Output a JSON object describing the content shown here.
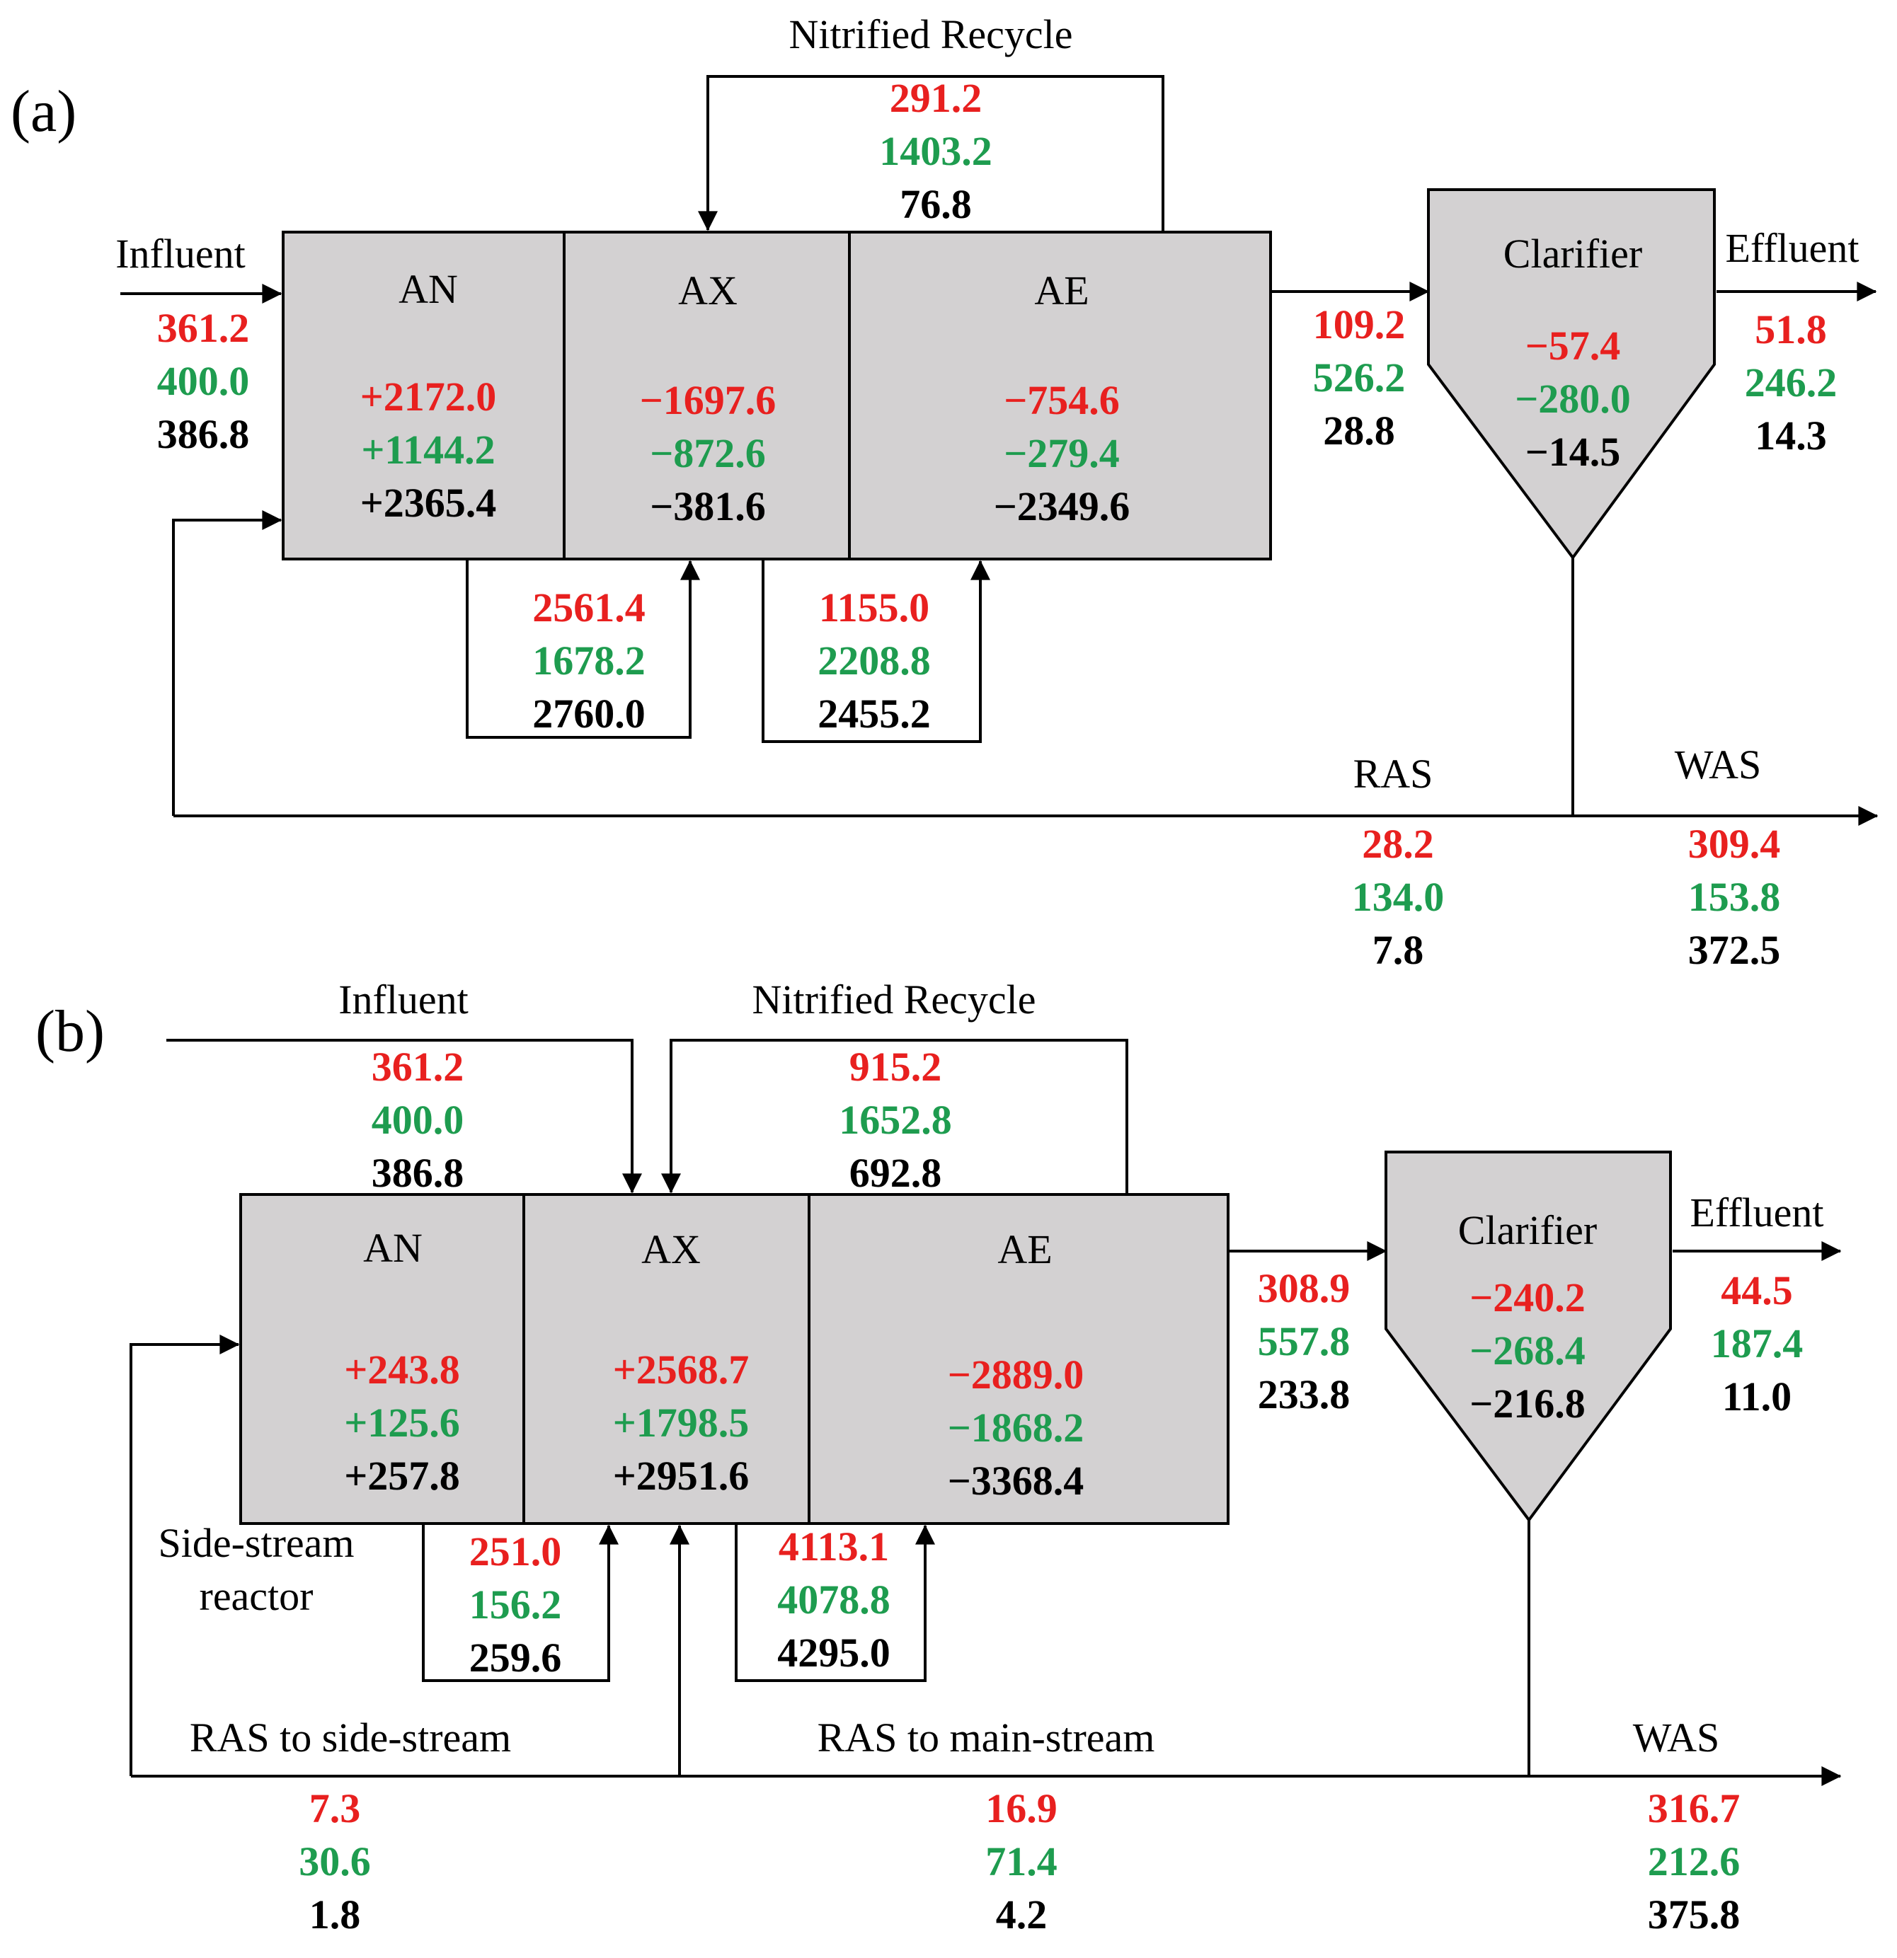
{
  "colors": {
    "first_value": "#e8201f",
    "second_value": "#1e9c4f",
    "third_value": "#000000",
    "tank_fill": "#d3d1d2"
  },
  "panel_a": {
    "label": "(a)",
    "nitrified_recycle": {
      "label": "Nitrified Recycle",
      "values": [
        "291.2",
        "1403.2",
        "76.8"
      ]
    },
    "influent": {
      "label": "Influent",
      "values": [
        "361.2",
        "400.0",
        "386.8"
      ]
    },
    "tanks": [
      {
        "name": "AN",
        "values": [
          "+2172.0",
          "+1144.2",
          "+2365.4"
        ]
      },
      {
        "name": "AX",
        "values": [
          "−1697.6",
          "−872.6",
          "−381.6"
        ]
      },
      {
        "name": "AE",
        "values": [
          "−754.6",
          "−279.4",
          "−2349.6"
        ]
      }
    ],
    "an_ax_loop": [
      "2561.4",
      "1678.2",
      "2760.0"
    ],
    "ax_ae_loop": [
      "1155.0",
      "2208.8",
      "2455.2"
    ],
    "to_clarifier": [
      "109.2",
      "526.2",
      "28.8"
    ],
    "clarifier": {
      "label": "Clarifier",
      "values": [
        "−57.4",
        "−280.0",
        "−14.5"
      ]
    },
    "effluent": {
      "label": "Effluent",
      "values": [
        "51.8",
        "246.2",
        "14.3"
      ]
    },
    "ras": {
      "label": "RAS",
      "values": [
        "28.2",
        "134.0",
        "7.8"
      ]
    },
    "was": {
      "label": "WAS",
      "values": [
        "309.4",
        "153.8",
        "372.5"
      ]
    }
  },
  "panel_b": {
    "label": "(b)",
    "influent": {
      "label": "Influent",
      "values": [
        "361.2",
        "400.0",
        "386.8"
      ]
    },
    "nitrified_recycle": {
      "label": "Nitrified Recycle",
      "values": [
        "915.2",
        "1652.8",
        "692.8"
      ]
    },
    "tanks": [
      {
        "name": "AN",
        "values": [
          "+243.8",
          "+125.6",
          "+257.8"
        ]
      },
      {
        "name": "AX",
        "values": [
          "+2568.7",
          "+1798.5",
          "+2951.6"
        ]
      },
      {
        "name": "AE",
        "values": [
          "−2889.0",
          "−1868.2",
          "−3368.4"
        ]
      }
    ],
    "side_stream_label": [
      "Side-stream",
      "reactor"
    ],
    "an_ax_loop": [
      "251.0",
      "156.2",
      "259.6"
    ],
    "ax_ae_loop": [
      "4113.1",
      "4078.8",
      "4295.0"
    ],
    "to_clarifier": [
      "308.9",
      "557.8",
      "233.8"
    ],
    "clarifier": {
      "label": "Clarifier",
      "values": [
        "−240.2",
        "−268.4",
        "−216.8"
      ]
    },
    "effluent": {
      "label": "Effluent",
      "values": [
        "44.5",
        "187.4",
        "11.0"
      ]
    },
    "ras_side": {
      "label": "RAS to side-stream",
      "values": [
        "7.3",
        "30.6",
        "1.8"
      ]
    },
    "ras_main": {
      "label": "RAS to main-stream",
      "values": [
        "16.9",
        "71.4",
        "4.2"
      ]
    },
    "was": {
      "label": "WAS",
      "values": [
        "316.7",
        "212.6",
        "375.8"
      ]
    }
  }
}
